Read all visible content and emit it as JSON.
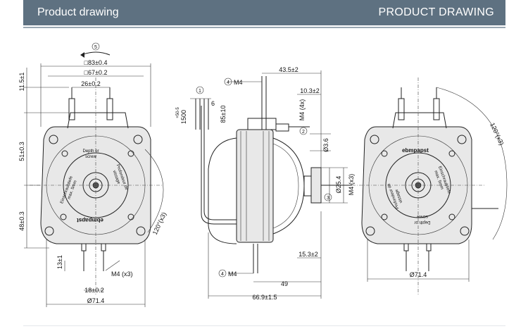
{
  "header": {
    "title_left": "Product drawing",
    "title_right": "PRODUCT DRAWING"
  },
  "colors": {
    "header_bg": "#5e7181",
    "header_text": "#ffffff",
    "rule": "#9aa7b2"
  },
  "front": {
    "rotation_marker": "5",
    "dim_83": "□83±0.4",
    "dim_67": "□67±0.2",
    "dim_26": "26±0.2",
    "dim_11_5": "11.5±1",
    "dim_51": "51±0.3",
    "dim_48": "48±0.3",
    "dim_13": "13±1",
    "dim_18": "18±0.2",
    "dim_71_4": "Ø71.4",
    "screw": "M4 (x3)",
    "angle": "120°(x3)",
    "label_depth": "Depth  or",
    "label_screw": "screw",
    "label_fr1": "Profondeur  de",
    "label_fr2": "vissage",
    "label_de1": "Einschraubtiefe",
    "label_de2": "max. 5mm",
    "brand": "ebmpapst"
  },
  "side": {
    "callout_1": "1",
    "callout_2": "2",
    "callout_3": "3",
    "callout_4": "4",
    "m4_top": "M4",
    "m4_bottom": "M4",
    "dim_43_5": "43.5±2",
    "dim_10_3": "10.3±2",
    "dim_6": "6",
    "dim_85": "85±10",
    "dim_1500": "1500",
    "dim_1500_tol": "+50-5",
    "m4_x4": "M4 (4x)",
    "dim_3_6": "Ø3.6",
    "dim_25_4": "Ø25.4",
    "m4_x3": "M4 (x3)",
    "dim_15_3": "15.3±2",
    "dim_49": "49",
    "dim_66_9": "66.9±1.5"
  },
  "rear": {
    "angle": "120°(x3)",
    "brand": "ebmpapst",
    "dim_71_4": "Ø71.4",
    "label_depth": "Depth  or",
    "label_screw": "screw",
    "label_fr1": "Profondeur  de",
    "label_fr2": "vissage",
    "label_de1": "Einschraubtiefe",
    "label_de2": "max. 5mm"
  }
}
